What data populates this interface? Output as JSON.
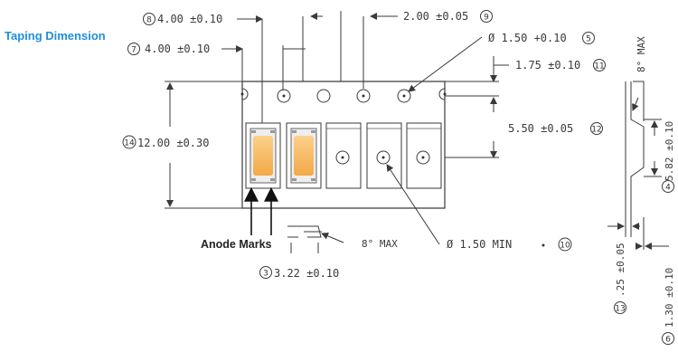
{
  "title": "Taping Dimension",
  "labels": {
    "anode_marks": "Anode Marks",
    "angle_top": "8° MAX",
    "angle_bottom": "8° MAX"
  },
  "callouts": [
    {
      "id": "1",
      "text": "4.00 ±0.10",
      "num": "8"
    },
    {
      "id": "2",
      "text": "4.00 ±0.10",
      "num": "7"
    },
    {
      "id": "3",
      "text": "2.00 ±0.05",
      "num": "9"
    },
    {
      "id": "4",
      "text": "Ø 1.50 +0.10",
      "num": "5"
    },
    {
      "id": "5",
      "text": "1.75 ±0.10",
      "num": "11"
    },
    {
      "id": "6",
      "text": "5.50 ±0.05",
      "num": "12"
    },
    {
      "id": "7",
      "text": "12.00 ±0.30",
      "num": "14"
    },
    {
      "id": "8",
      "text": "Ø 1.50 MIN",
      "num": "10"
    },
    {
      "id": "9",
      "text": "3.22 ±0.10",
      "num": "3"
    },
    {
      "id": "10",
      "text": "5.82 ±0.10",
      "num": "4"
    },
    {
      "id": "11",
      "text": ".25 ±0.05",
      "num": "13"
    },
    {
      "id": "12",
      "text": "1.30 ±0.10",
      "num": "6"
    }
  ],
  "colors": {
    "title": "#1f8fe0",
    "led": "#f6b45a",
    "line": "#3a3a3a"
  }
}
